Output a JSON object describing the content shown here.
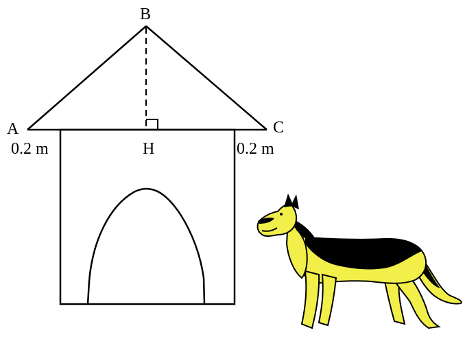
{
  "diagram": {
    "points": {
      "A": "A",
      "B": "B",
      "C": "C",
      "H": "H"
    },
    "measurements": {
      "left_overhang": "0.2 m",
      "right_overhang": "0.2 m"
    },
    "colors": {
      "stroke": "#000000",
      "dog_fur_light": "#f2ef4a",
      "dog_fur_dark": "#000000"
    },
    "illustration": "german-shepherd-dog"
  }
}
